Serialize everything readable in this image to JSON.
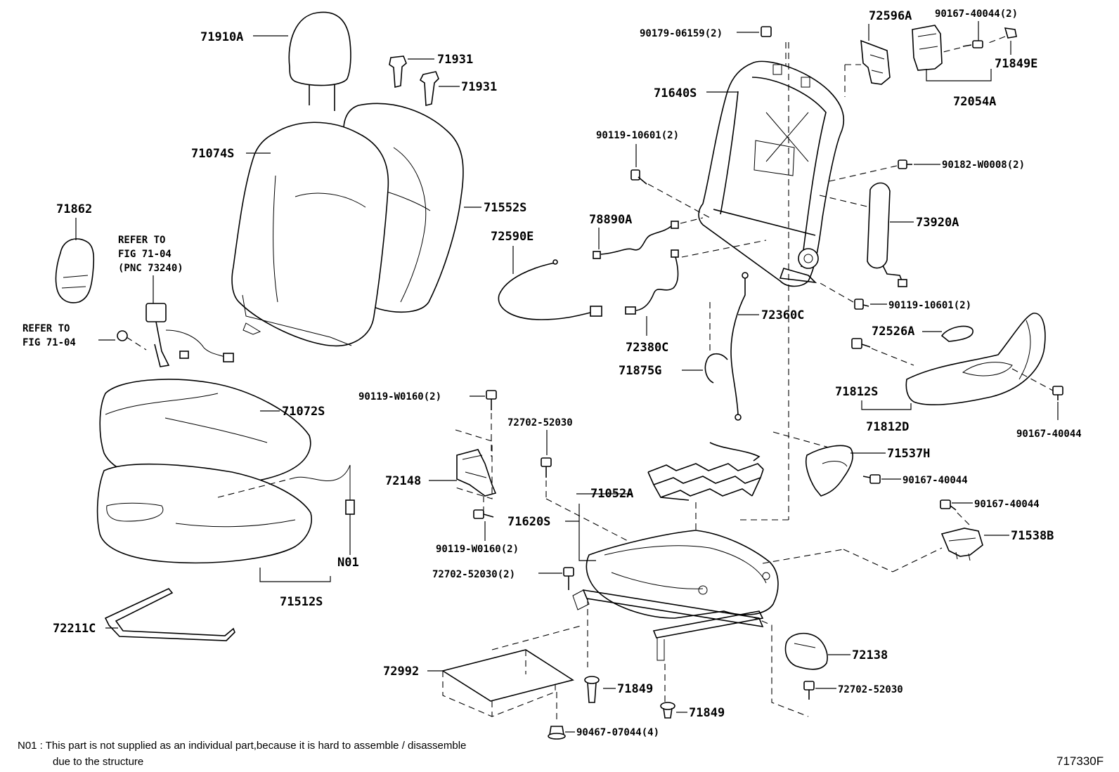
{
  "labels": {
    "p71910A": "71910A",
    "p71931a": "71931",
    "p71931b": "71931",
    "p71074S": "71074S",
    "p71552S": "71552S",
    "p71862": "71862",
    "ref1_l1": "REFER TO",
    "ref1_l2": "FIG 71-04",
    "ref1_l3": "(PNC 73240)",
    "ref2_l1": "REFER TO",
    "ref2_l2": "FIG 71-04",
    "p71072S": "71072S",
    "p71512S": "71512S",
    "pN01": "N01",
    "p72211C": "72211C",
    "p90179": "90179-06159(2)",
    "p71640S": "71640S",
    "p90119_10601a": "90119-10601(2)",
    "p78890A": "78890A",
    "p72590E": "72590E",
    "p72380C": "72380C",
    "p72360C": "72360C",
    "p71875G": "71875G",
    "p72596A": "72596A",
    "p90167_40044_2": "90167-40044(2)",
    "p71849E": "71849E",
    "p72054A": "72054A",
    "p90182": "90182-W0008(2)",
    "p73920A": "73920A",
    "p90119_10601b": "90119-10601(2)",
    "p72526A": "72526A",
    "p71812S": "71812S",
    "p71812D": "71812D",
    "p90167_40044a": "90167-40044",
    "p71537H": "71537H",
    "p90167_40044b": "90167-40044",
    "p90167_40044c": "90167-40044",
    "p71538B": "71538B",
    "p90119_W0160a": "90119-W0160(2)",
    "p72148": "72148",
    "p90119_W0160b": "90119-W0160(2)",
    "p72702a": "72702-52030",
    "p71052A": "71052A",
    "p71620S": "71620S",
    "p72702b": "72702-52030(2)",
    "p72138": "72138",
    "p72702c": "72702-52030",
    "p72992": "72992",
    "p71849a": "71849",
    "p71849b": "71849",
    "p90467": "90467-07044(4)"
  },
  "footnote": {
    "line1": "N01 : This part is not supplied as an individual part,because it is hard to assemble / disassemble",
    "line2": "due to the structure"
  },
  "figure_code": "717330F"
}
